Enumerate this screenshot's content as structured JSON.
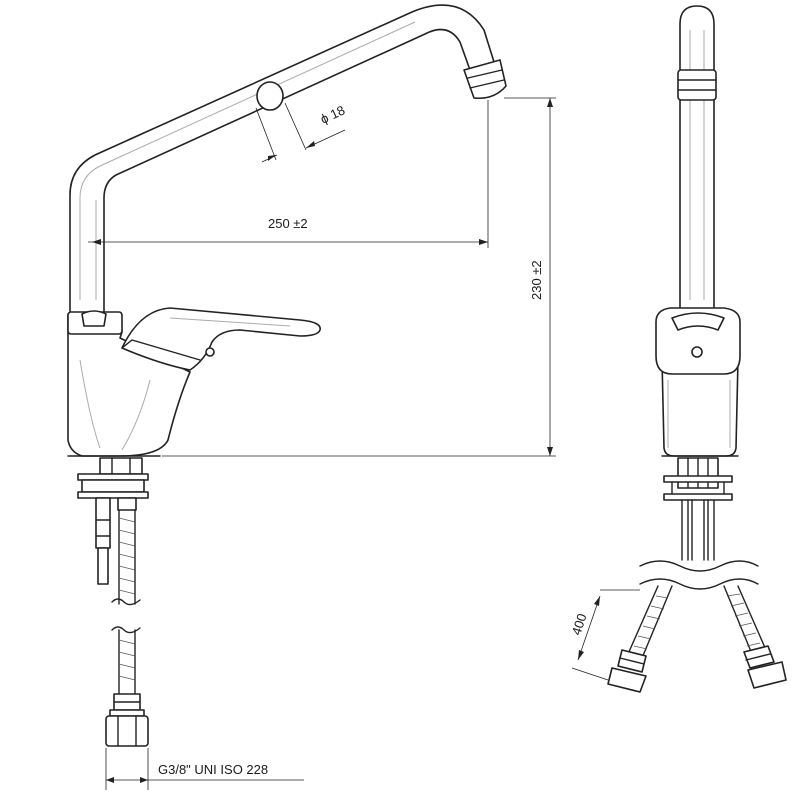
{
  "dimensions": {
    "pipe_diameter": "ϕ 18",
    "spout_reach": "250 ±2",
    "spout_height": "230 ±2",
    "hose_length": "400",
    "connection": "G3/8\" UNI ISO 228"
  },
  "colors": {
    "line": "#222222",
    "background": "#ffffff"
  }
}
